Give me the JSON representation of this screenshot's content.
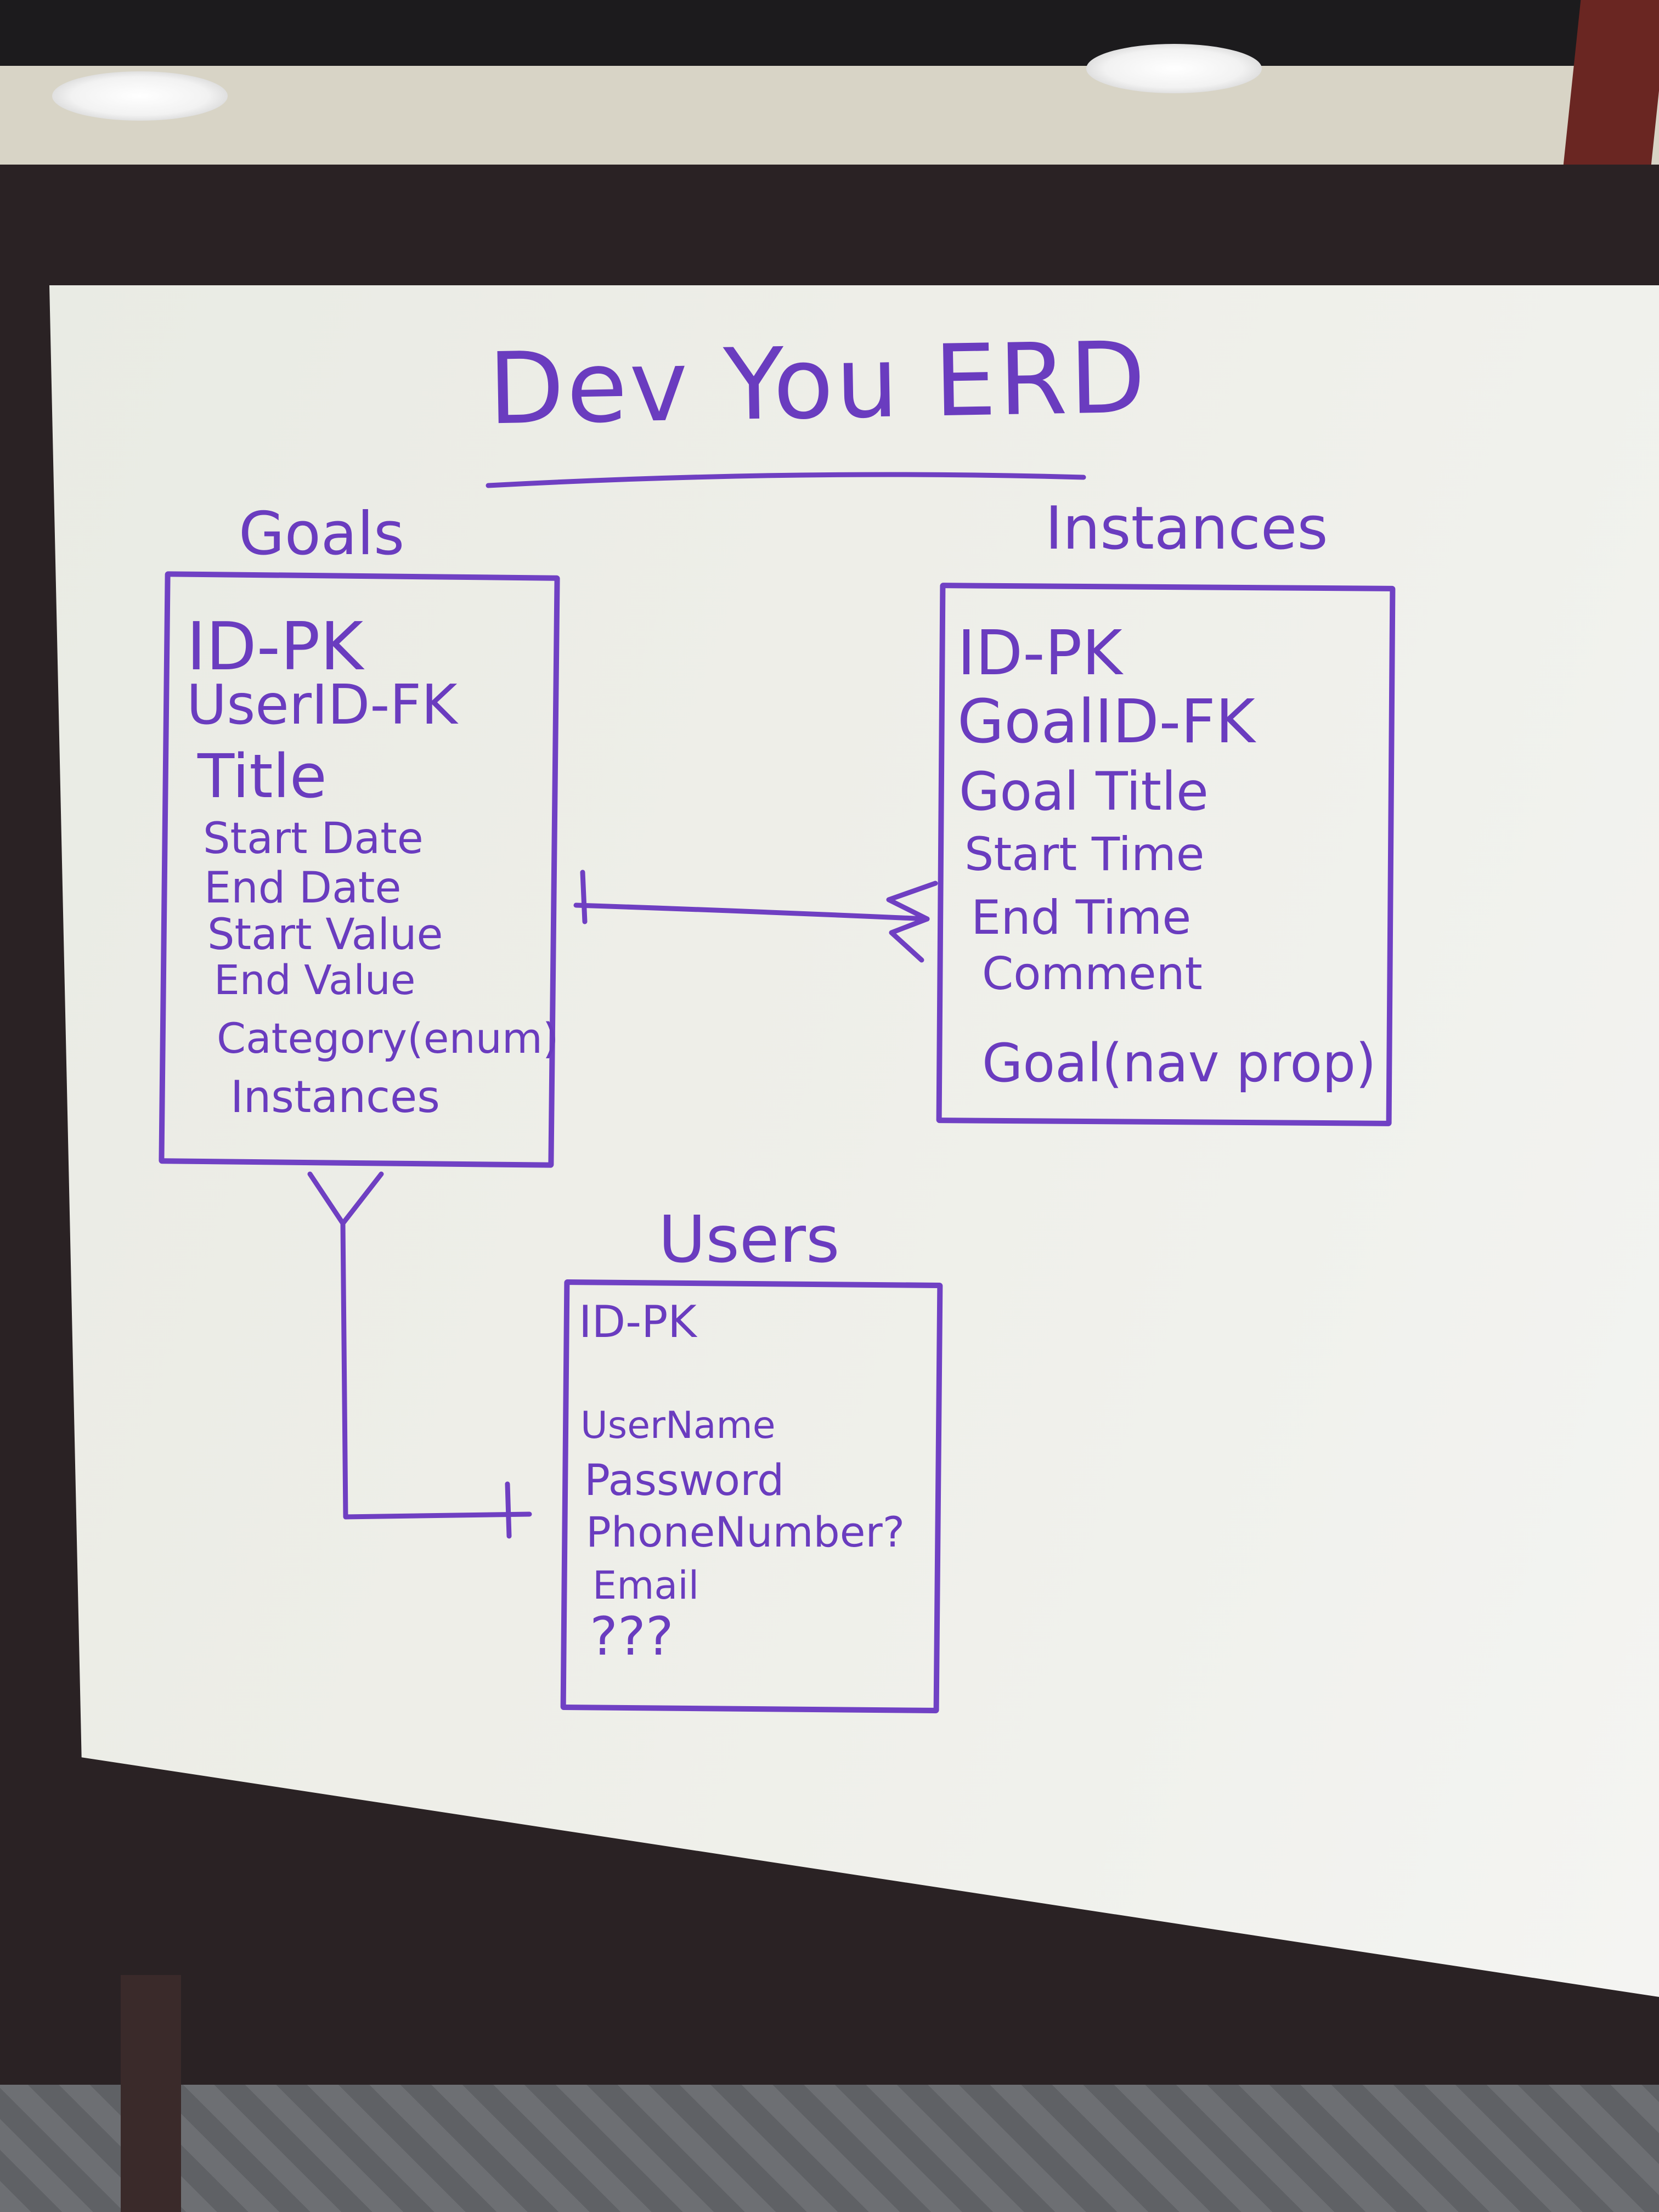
{
  "diagram": {
    "title": "Dev You ERD",
    "entities": [
      {
        "name": "Goals",
        "fields": [
          "ID-PK",
          "UserID-FK",
          "Title",
          "Start Date",
          "End Date",
          "Start Value",
          "End Value",
          "Category(enum)",
          "Instances"
        ]
      },
      {
        "name": "Instances",
        "fields": [
          "ID-PK",
          "GoalID-FK",
          "Goal Title",
          "Start Time",
          "End Time",
          "Comment",
          "Goal(nav prop)"
        ]
      },
      {
        "name": "Users",
        "fields": [
          "ID-PK",
          "UserName",
          "Password",
          "PhoneNumber?",
          "Email",
          "???"
        ]
      }
    ],
    "relationships": [
      {
        "from": "Goals",
        "from_cardinality": "one",
        "to": "Instances",
        "to_cardinality": "many"
      },
      {
        "from": "Goals",
        "from_cardinality": "many",
        "to": "Users",
        "to_cardinality": "one"
      }
    ],
    "ink_color": "#6a3cbf",
    "board_color": "#eeeee8"
  }
}
